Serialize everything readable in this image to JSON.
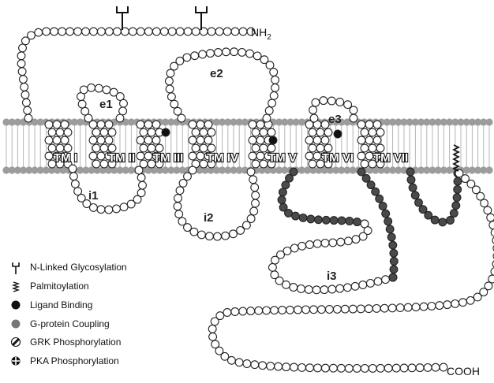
{
  "transmembrane": [
    "TM I",
    "TM II",
    "TM III",
    "TM IV",
    "TM V",
    "TM VI",
    "TM VII"
  ],
  "loops": {
    "extracellular": [
      "e1",
      "e2",
      "e3"
    ],
    "intracellular": [
      "i1",
      "i2",
      "i3"
    ]
  },
  "termini": {
    "n_term": "NH",
    "n_term_sub": "2",
    "c_term": "COOH"
  },
  "legend": [
    {
      "label": "N-Linked Glycosylation",
      "icon": "glycosylation-fork-icon"
    },
    {
      "label": "Palmitoylation",
      "icon": "zigzag-icon"
    },
    {
      "label": "Ligand Binding",
      "icon": "black-circle-icon"
    },
    {
      "label": "G-protein Coupling",
      "icon": "gray-circle-icon"
    },
    {
      "label": "GRK Phosphorylation",
      "icon": "hatched-circle-icon"
    },
    {
      "label": "PKA Phosphorylation",
      "icon": "cross-circle-icon"
    }
  ],
  "colors": {
    "ligand": "#111111",
    "gprotein": "#4a4a4a",
    "membrane": "#9c9c9c"
  }
}
